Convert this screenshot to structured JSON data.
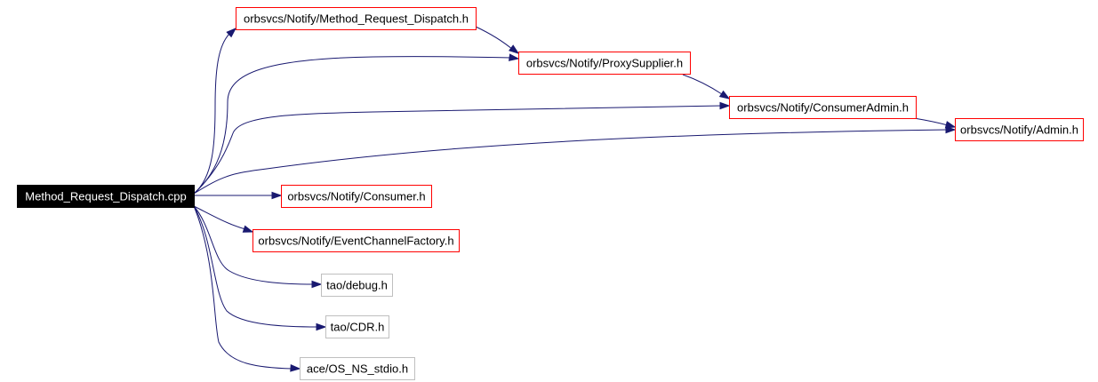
{
  "diagram": {
    "colors": {
      "edge": "#191970",
      "root_fill": "#000000",
      "root_text": "#ffffff",
      "documented_border": "#ff0000",
      "external_border": "#bfbfbf",
      "node_fill": "#ffffff",
      "node_text": "#000000"
    },
    "nodes": [
      {
        "id": "root",
        "label": "Method_Request_Dispatch.cpp",
        "kind": "root"
      },
      {
        "id": "mrd_h",
        "label": "orbsvcs/Notify/Method_Request_Dispatch.h",
        "kind": "documented"
      },
      {
        "id": "proxysupplier",
        "label": "orbsvcs/Notify/ProxySupplier.h",
        "kind": "documented"
      },
      {
        "id": "consumeradmin",
        "label": "orbsvcs/Notify/ConsumerAdmin.h",
        "kind": "documented"
      },
      {
        "id": "admin",
        "label": "orbsvcs/Notify/Admin.h",
        "kind": "documented"
      },
      {
        "id": "consumer",
        "label": "orbsvcs/Notify/Consumer.h",
        "kind": "documented"
      },
      {
        "id": "ecfactory",
        "label": "orbsvcs/Notify/EventChannelFactory.h",
        "kind": "documented"
      },
      {
        "id": "debug",
        "label": "tao/debug.h",
        "kind": "external"
      },
      {
        "id": "cdr",
        "label": "tao/CDR.h",
        "kind": "external"
      },
      {
        "id": "stdio",
        "label": "ace/OS_NS_stdio.h",
        "kind": "external"
      }
    ],
    "edges": [
      {
        "from": "root",
        "to": "mrd_h"
      },
      {
        "from": "root",
        "to": "proxysupplier"
      },
      {
        "from": "root",
        "to": "consumeradmin"
      },
      {
        "from": "root",
        "to": "admin"
      },
      {
        "from": "root",
        "to": "consumer"
      },
      {
        "from": "root",
        "to": "ecfactory"
      },
      {
        "from": "root",
        "to": "debug"
      },
      {
        "from": "root",
        "to": "cdr"
      },
      {
        "from": "root",
        "to": "stdio"
      },
      {
        "from": "mrd_h",
        "to": "proxysupplier"
      },
      {
        "from": "proxysupplier",
        "to": "consumeradmin"
      },
      {
        "from": "consumeradmin",
        "to": "admin"
      }
    ]
  }
}
